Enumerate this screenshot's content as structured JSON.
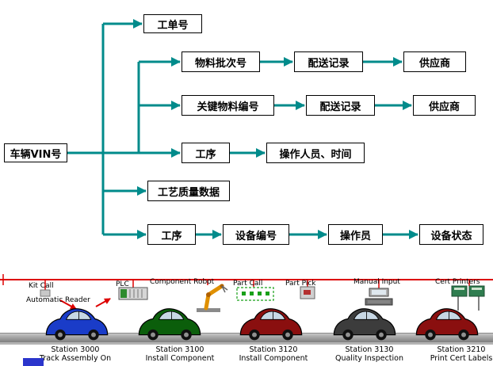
{
  "flowchart": {
    "arrow_color": "#008B8B",
    "nodes": {
      "vin": "车辆VIN号",
      "work_order": "工单号",
      "material_batch": "物料批次号",
      "delivery_record_1": "配送记录",
      "supplier_1": "供应商",
      "key_material": "关键物料编号",
      "delivery_record_2": "配送记录",
      "supplier_2": "供应商",
      "process_1": "工序",
      "operator_time": "操作人员、时间",
      "quality_data": "工艺质量数据",
      "process_2": "工序",
      "equipment_id": "设备编号",
      "operator": "操作员",
      "equipment_status": "设备状态"
    }
  },
  "assembly_line": {
    "line_color": "#dd0000",
    "overhead": {
      "kit_call": "Kit Call",
      "plc": "PLC",
      "component_robot": "Component Robot",
      "part_call": "Part Call",
      "part_pick": "Part Pick",
      "manual_input": "Manual Input",
      "cert_printers": "Cert Printers",
      "automatic_reader": "Automatic Reader"
    },
    "stations": [
      {
        "station": "Station 3000",
        "task": "Track Assembly On",
        "car_color": "#1a3cc8"
      },
      {
        "station": "Station 3100",
        "task": "Install Component",
        "car_color": "#0b5e0b"
      },
      {
        "station": "Station 3120",
        "task": "Install Component",
        "car_color": "#8a0f0f"
      },
      {
        "station": "Station 3130",
        "task": "Quality Inspection",
        "car_color": "#3c3c3c"
      },
      {
        "station": "Station 3210",
        "task": "Print Cert Labels",
        "car_color": "#8a0f0f"
      }
    ]
  }
}
